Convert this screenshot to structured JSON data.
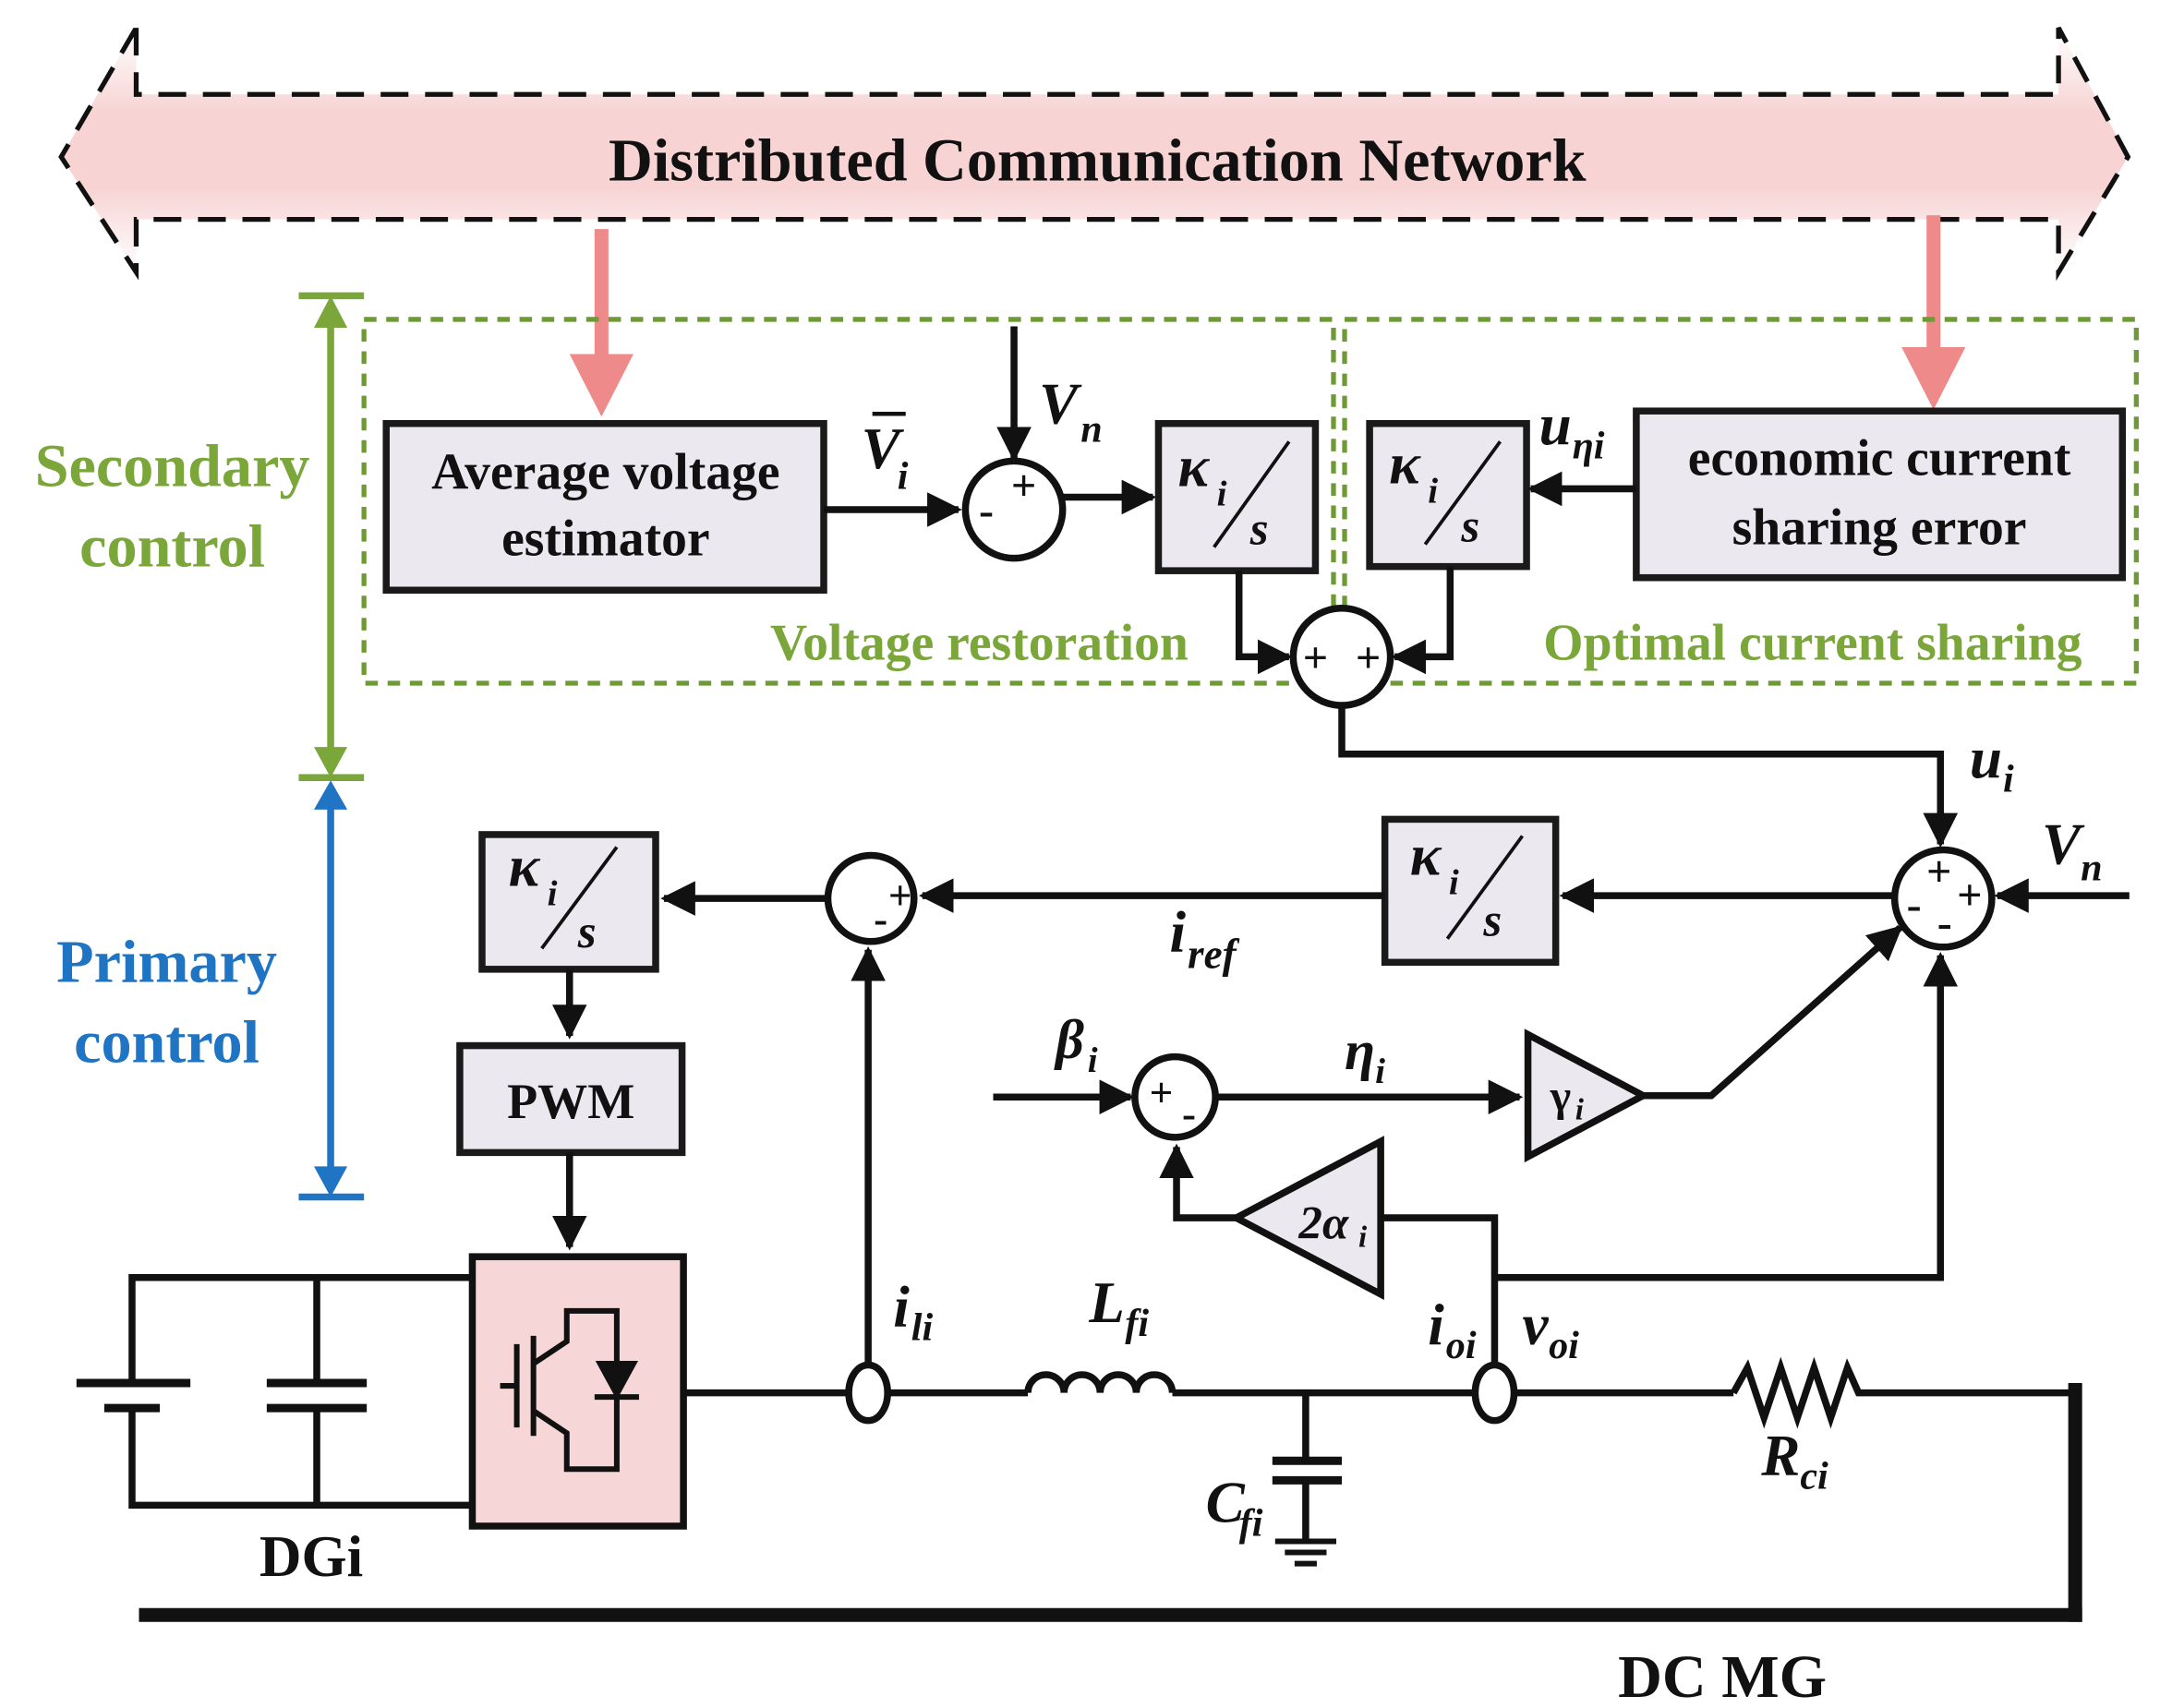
{
  "network": {
    "label": "Distributed Communication Network"
  },
  "levels": {
    "secondary": {
      "line1": "Secondary",
      "line2": "control"
    },
    "primary": {
      "line1": "Primary",
      "line2": "control"
    }
  },
  "groups": {
    "voltage": "Voltage restoration",
    "current": "Optimal current sharing"
  },
  "blocks": {
    "avg_line1": "Average voltage",
    "avg_line2": "estimator",
    "econ_line1": "economic current",
    "econ_line2": "sharing error",
    "pwm": "PWM",
    "gain_gamma": "γ",
    "gain_gamma_sub": "i",
    "gain_alpha": "2α",
    "gain_alpha_sub": "i",
    "ctrl_num": "κ",
    "ctrl_num_sub": "i",
    "ctrl_den": "s"
  },
  "signals": {
    "vbar": "V",
    "vbar_sub": "i",
    "vn": "V",
    "vn_sub": "n",
    "u_eta": "u",
    "u_eta_sub": "ηi",
    "ui": "u",
    "ui_sub": "i",
    "iref": "i",
    "iref_sub": "ref",
    "beta": "β",
    "beta_sub": "i",
    "eta": "η",
    "eta_sub": "i",
    "ili": "i",
    "ili_sub": "li",
    "ioi": "i",
    "ioi_sub": "oi",
    "voi": "v",
    "voi_sub": "oi",
    "lfi": "L",
    "lfi_sub": "fi",
    "cfi": "C",
    "cfi_sub": "fi",
    "rci": "R",
    "rci_sub": "ci"
  },
  "signs": {
    "plus": "+",
    "minus": "-"
  },
  "labels": {
    "dgi": "DGi",
    "dcmg": "DC MG"
  },
  "colors": {
    "network_fill": "#f6d0d0",
    "network_arrow": "#ef8a8a",
    "secondary": "#7aa63a",
    "primary": "#1f74c3",
    "box_fill": "#ece8f0",
    "converter_fill": "#f6d6d6"
  }
}
